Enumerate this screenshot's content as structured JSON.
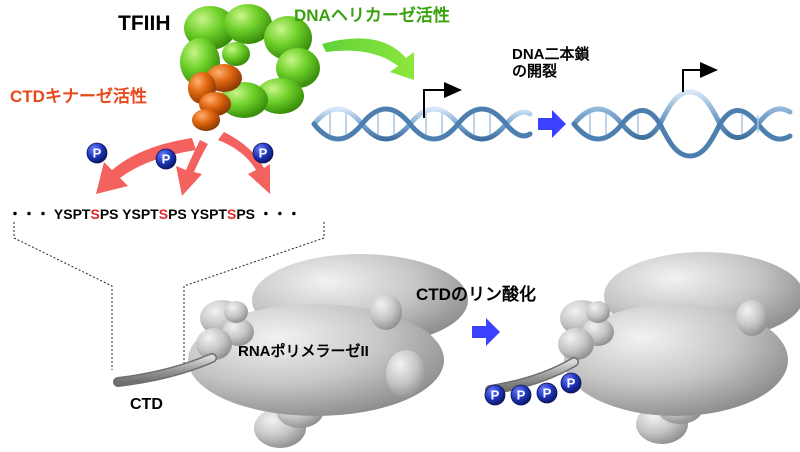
{
  "labels": {
    "tfiih": "TFIIH",
    "helicase": "DNAヘリカーゼ活性",
    "kinase": "CTDキナーゼ活性",
    "unwinding_line1": "DNA二本鎖",
    "unwinding_line2": "の開裂",
    "phosphorylation": "CTDのリン酸化",
    "polymerase": "RNAポリメラーゼII",
    "ctd": "CTD",
    "phospho": "P"
  },
  "sequence": {
    "dots": "・・・",
    "units": [
      {
        "pre": "YSPT",
        "ser": "S",
        "post": "PS"
      },
      {
        "pre": "YSPT",
        "ser": "S",
        "post": "PS"
      },
      {
        "pre": "YSPT",
        "ser": "S",
        "post": "PS"
      }
    ]
  },
  "colors": {
    "helicase": "#3aa10e",
    "kinase": "#e8481c",
    "serine": "#e0282b",
    "phospho_ball": "#1a2fa0",
    "process_arrow": "#3a42ff",
    "kinase_arrow": "#f4625f",
    "dna": "#7ba7cf"
  }
}
